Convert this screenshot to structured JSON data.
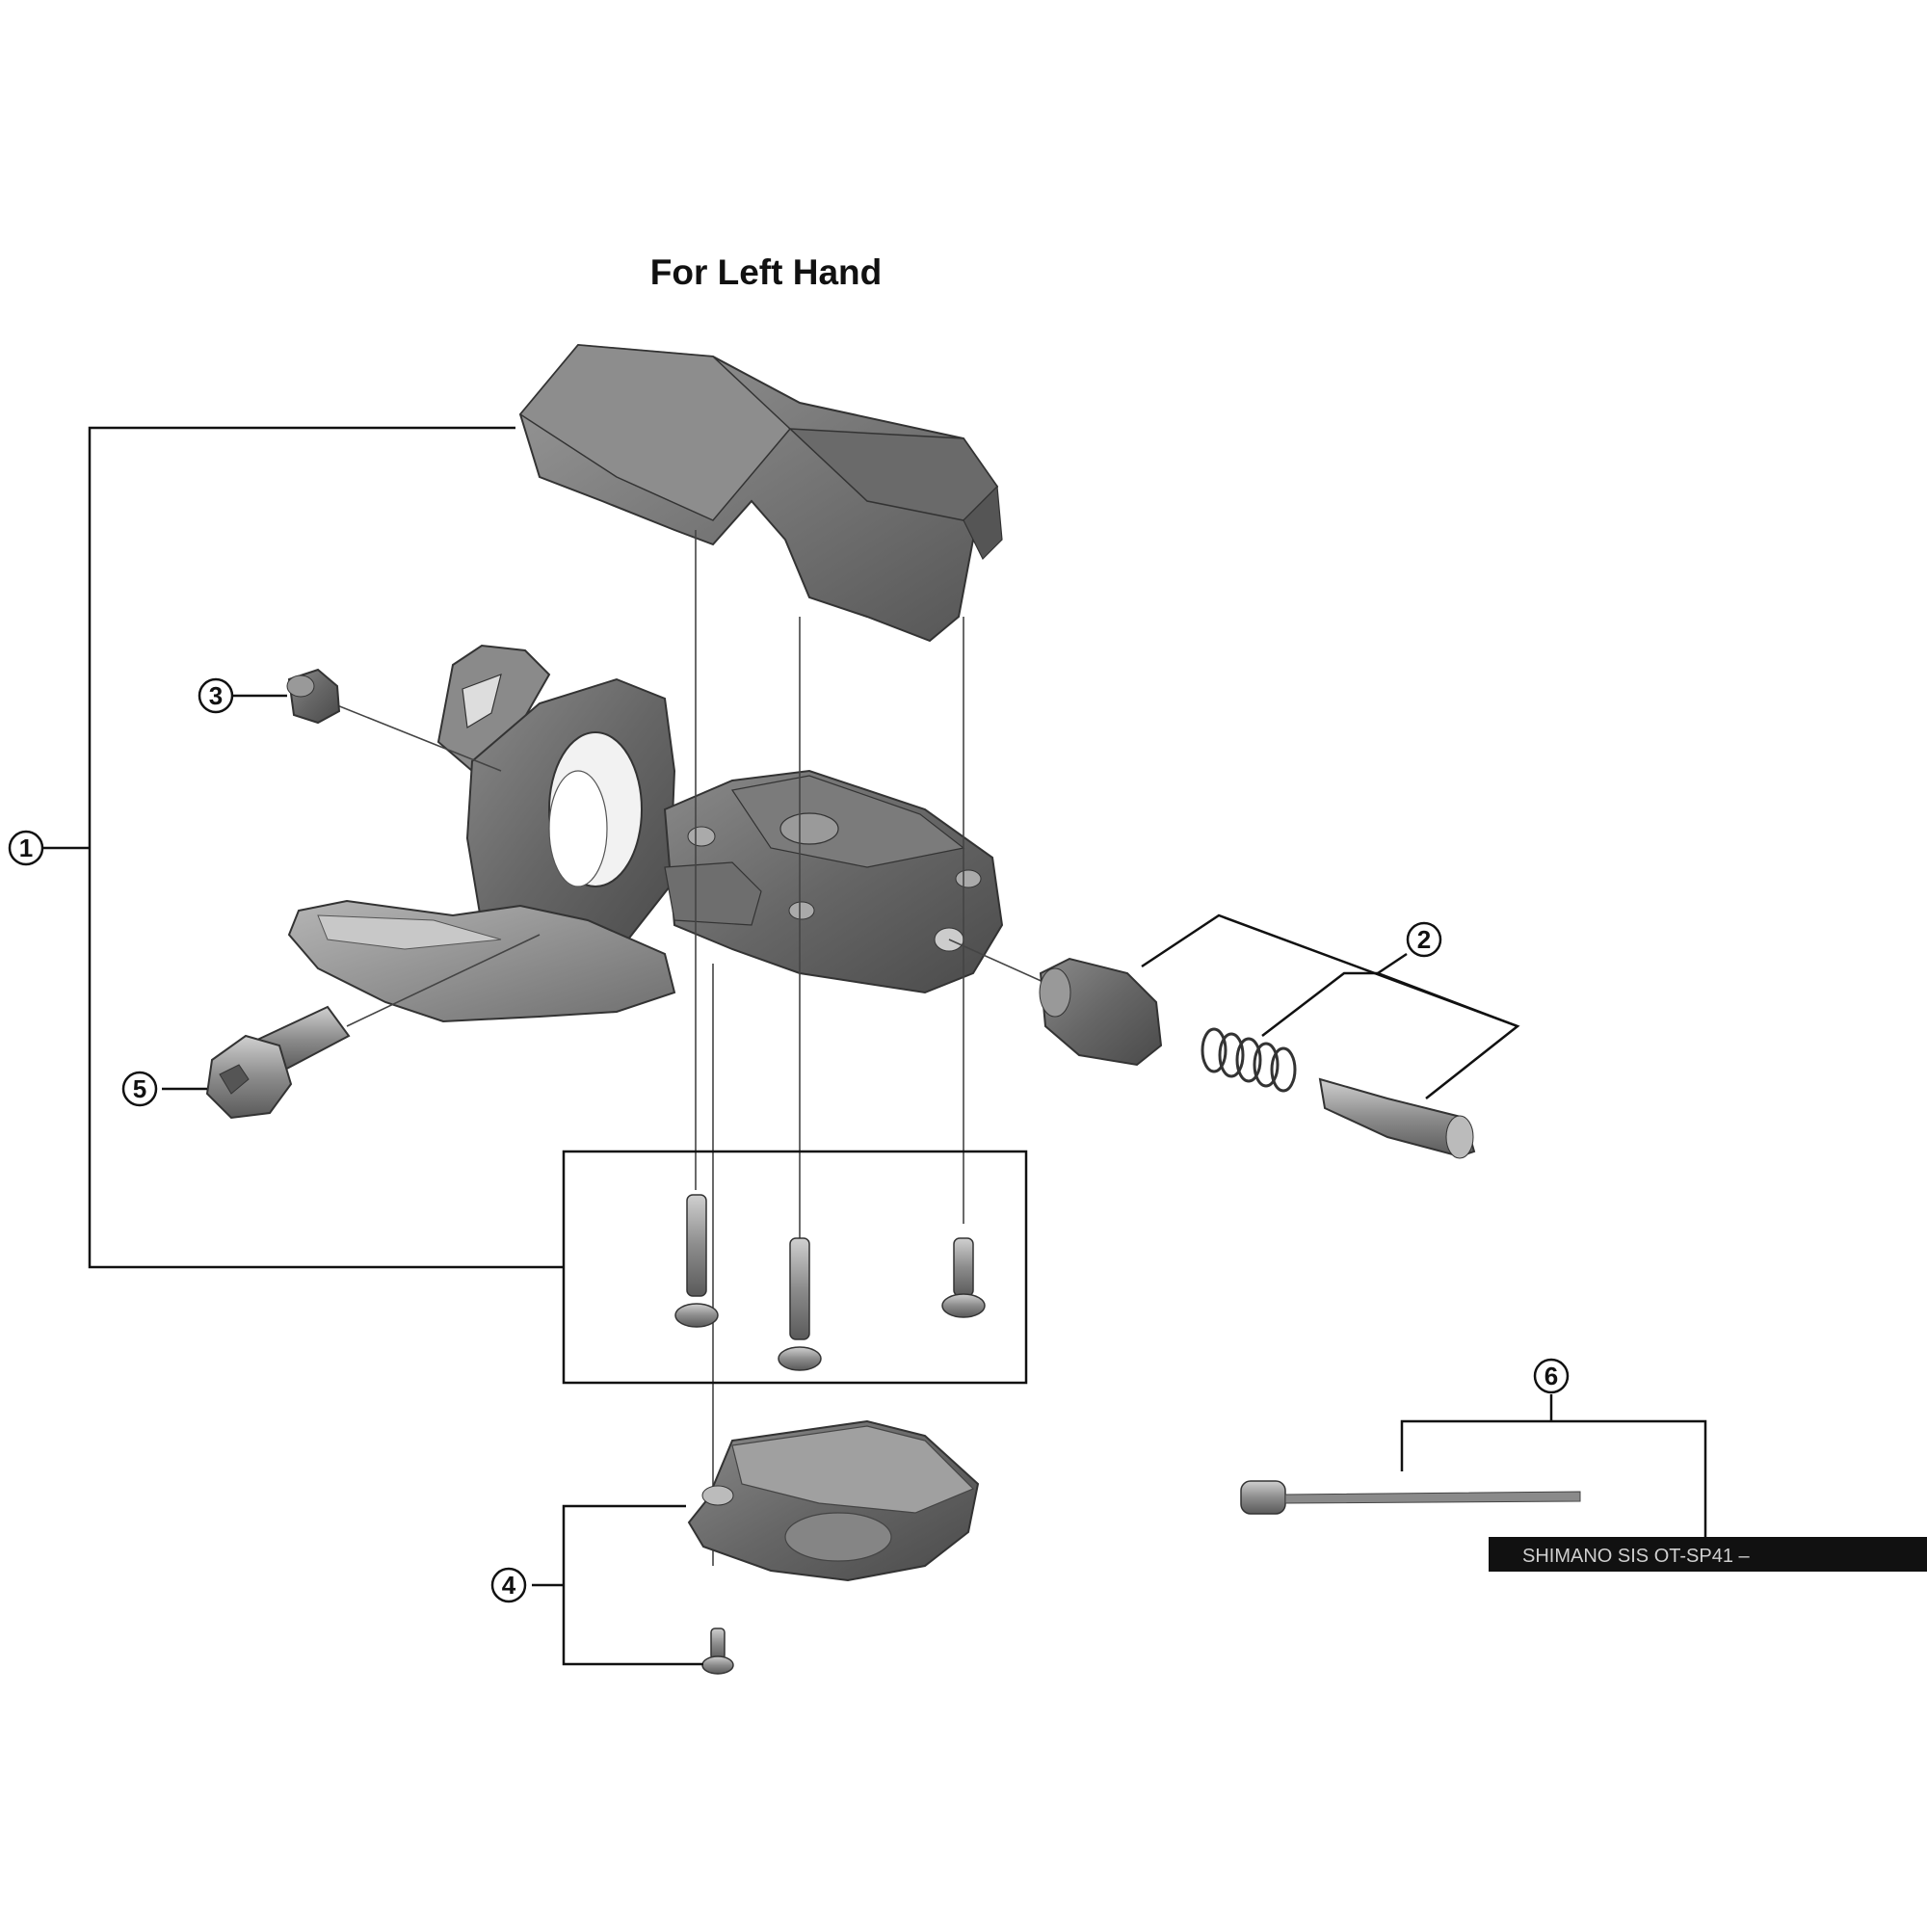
{
  "title": "For Left Hand",
  "callouts": [
    {
      "id": "callout-1",
      "label": "1"
    },
    {
      "id": "callout-2",
      "label": "2"
    },
    {
      "id": "callout-3",
      "label": "3"
    },
    {
      "id": "callout-4",
      "label": "4"
    },
    {
      "id": "callout-5",
      "label": "5"
    },
    {
      "id": "callout-6",
      "label": "6"
    }
  ],
  "cable_housing_print": "SHIMANO SIS  OT-SP41 –",
  "colors": {
    "part_dark": "#5f5f5f",
    "part_mid": "#7d7d7d",
    "part_light": "#a6a6a6",
    "line": "#111111",
    "housing": "#111111"
  }
}
